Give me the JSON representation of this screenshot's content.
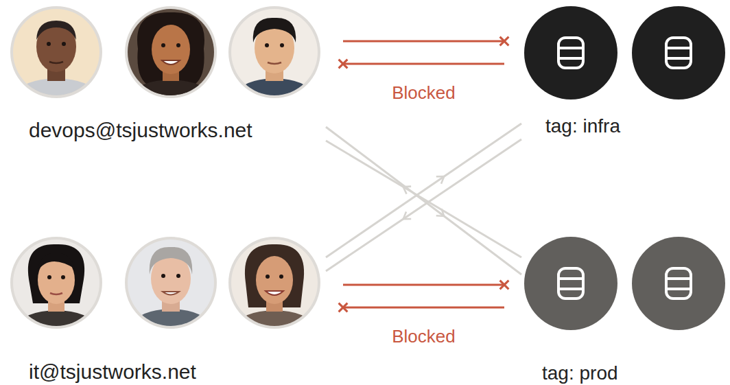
{
  "diagram": {
    "nodes": [
      {
        "text": [
          "devops@tsjustworks.net"
        ]
      },
      {
        "text": [
          "tag: infra"
        ]
      },
      {
        "text": [
          "it@tsjustworks.net"
        ]
      },
      {
        "text": [
          "tag: prod"
        ]
      }
    ],
    "edges": [
      {
        "from": 0,
        "to": 1,
        "arrow": "to",
        "label": "Blocked"
      },
      {
        "from": 1,
        "to": 0,
        "arrow": "to"
      },
      {
        "from": 2,
        "to": 3,
        "arrow": "to",
        "label": "Blocked"
      },
      {
        "from": 3,
        "to": 2,
        "arrow": "to"
      },
      {
        "from": 0,
        "to": 3,
        "arrow": "to"
      },
      {
        "from": 3,
        "to": 0,
        "arrow": "to"
      },
      {
        "from": 2,
        "to": 1,
        "arrow": "to"
      },
      {
        "from": 1,
        "to": 2,
        "arrow": "to"
      }
    ]
  }
}
